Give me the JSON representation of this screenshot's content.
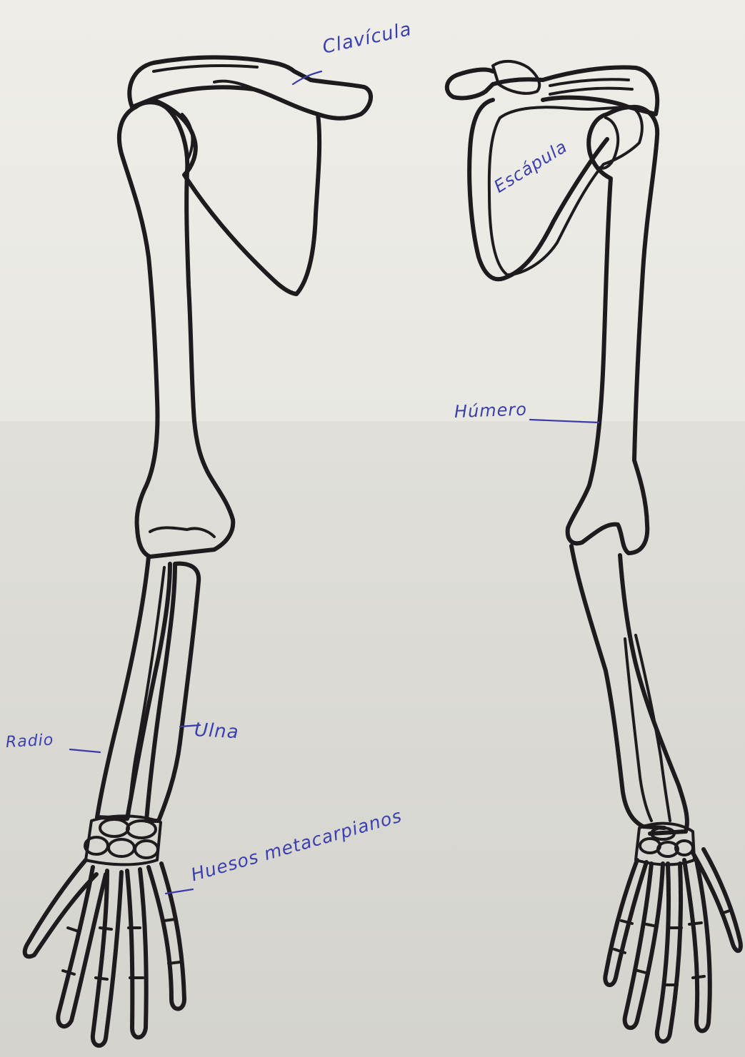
{
  "labels": {
    "clavicula": "Clavícula",
    "escapula": "Escápula",
    "humero": "Húmero",
    "ulna": "Ulna",
    "radio": "Radio",
    "huesos_metacarpianos": "Huesos metacarpianos"
  },
  "colors": {
    "paper": "#ecebe6",
    "ink_black": "#1d1b1d",
    "ink_blue": "#3b3fb0"
  }
}
